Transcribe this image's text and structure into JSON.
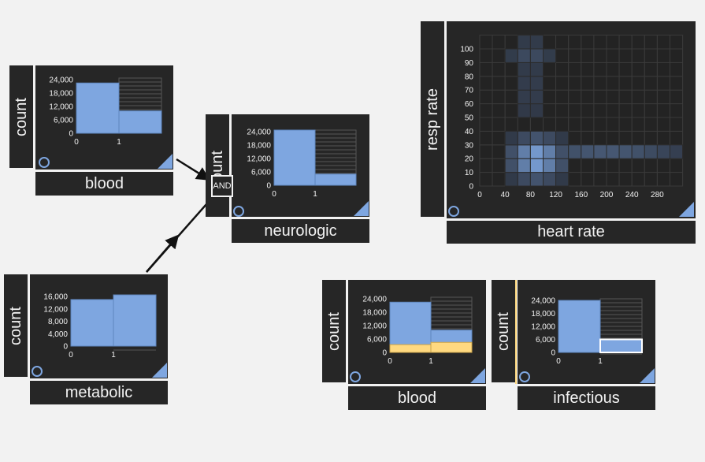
{
  "colors": {
    "accent": "#7ea6e0",
    "highlight": "#ffd980",
    "panel": "#262626",
    "text": "#f2f2f2"
  },
  "and_label": "AND",
  "views": [
    {
      "id": "blood-1",
      "xlabel": "blood",
      "ylabel": "count",
      "chart_data": {
        "type": "bar",
        "categories": [
          "0",
          "1"
        ],
        "values": [
          22500,
          10000
        ],
        "yticks": [
          0,
          6000,
          12000,
          18000,
          24000
        ],
        "ytick_labels": [
          "0",
          "6,000",
          "12,000",
          "18,000",
          "24,000"
        ],
        "ylim": [
          0,
          24000
        ],
        "xticks": [
          "0",
          "1"
        ]
      }
    },
    {
      "id": "metabolic",
      "xlabel": "metabolic",
      "ylabel": "count",
      "chart_data": {
        "type": "bar",
        "categories": [
          "0",
          "1"
        ],
        "values": [
          15000,
          16500
        ],
        "yticks": [
          0,
          4000,
          8000,
          12000,
          16000
        ],
        "ytick_labels": [
          "0",
          "4,000",
          "8,000",
          "12,000",
          "16,000"
        ],
        "ylim": [
          0,
          16000
        ],
        "xticks": [
          "0",
          "1"
        ]
      }
    },
    {
      "id": "neurologic",
      "xlabel": "neurologic",
      "ylabel": "count",
      "ylabel_visible": "ount",
      "chart_data": {
        "type": "bar",
        "categories": [
          "0",
          "1"
        ],
        "values": [
          25000,
          5000
        ],
        "yticks": [
          0,
          6000,
          12000,
          18000,
          24000
        ],
        "ytick_labels": [
          "0",
          "6,000",
          "12,000",
          "18,000",
          "24,000"
        ],
        "ylim": [
          0,
          24000
        ],
        "xticks": [
          "0",
          "1"
        ]
      }
    },
    {
      "id": "blood-2",
      "xlabel": "blood",
      "ylabel": "count",
      "chart_data": {
        "type": "bar",
        "categories": [
          "0",
          "1"
        ],
        "values": [
          22500,
          10000
        ],
        "highlight_values": [
          3500,
          4500
        ],
        "yticks": [
          0,
          6000,
          12000,
          18000,
          24000
        ],
        "ytick_labels": [
          "0",
          "6,000",
          "12,000",
          "18,000",
          "24,000"
        ],
        "ylim": [
          0,
          24000
        ],
        "xticks": [
          "0",
          "1"
        ]
      }
    },
    {
      "id": "infectious",
      "xlabel": "infectious",
      "ylabel": "count",
      "chart_data": {
        "type": "bar",
        "categories": [
          "0",
          "1"
        ],
        "values": [
          24000,
          6000
        ],
        "selected_index": 1,
        "yticks": [
          0,
          6000,
          12000,
          18000,
          24000
        ],
        "ytick_labels": [
          "0",
          "6,000",
          "12,000",
          "18,000",
          "24,000"
        ],
        "ylim": [
          0,
          24000
        ],
        "xticks": [
          "0",
          "1"
        ]
      }
    }
  ],
  "heatmap": {
    "xlabel": "heart rate",
    "ylabel": "resp rate",
    "chart_data": {
      "type": "heatmap",
      "xticks": [
        0,
        40,
        80,
        120,
        160,
        200,
        240,
        280
      ],
      "yticks": [
        0,
        10,
        20,
        30,
        40,
        50,
        60,
        70,
        80,
        90,
        100
      ],
      "xlim": [
        0,
        320
      ],
      "ylim": [
        0,
        110
      ]
    }
  }
}
